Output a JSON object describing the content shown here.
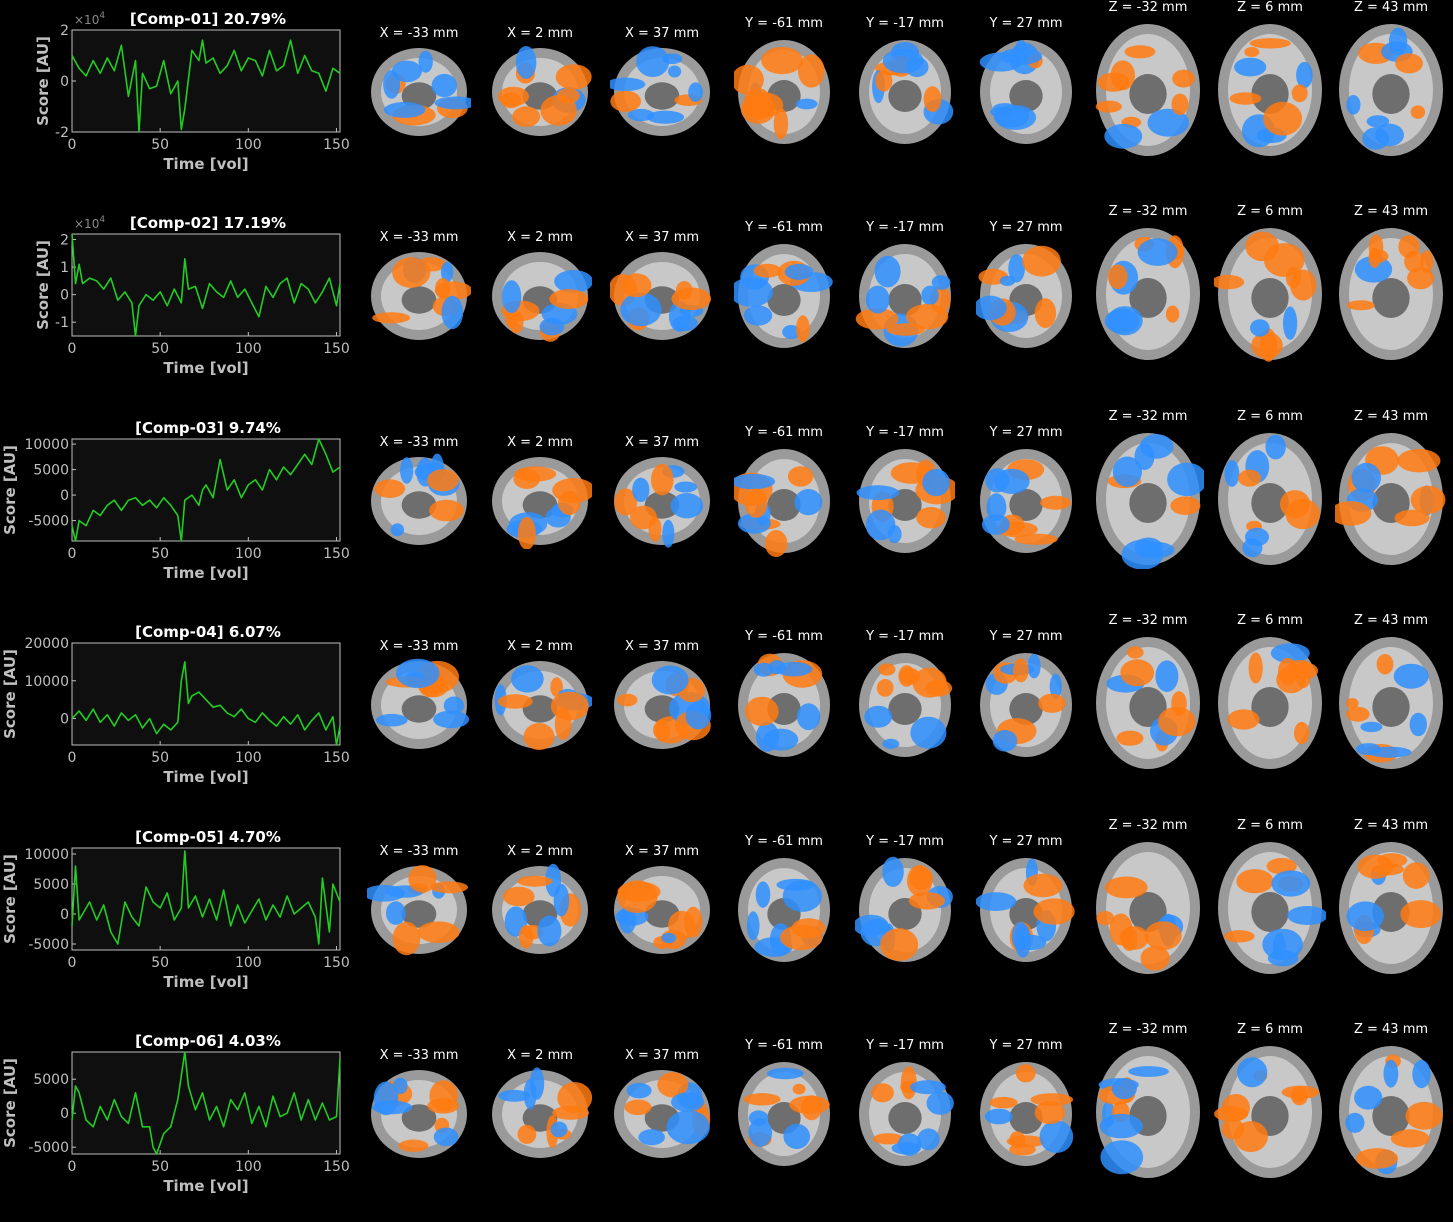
{
  "common": {
    "xlabel": "Time [vol]",
    "ylabel": "Score [AU]",
    "x_ticks": [
      "0",
      "50",
      "100",
      "150"
    ],
    "exponent_label": "×10",
    "exponent_power": "4",
    "slice_labels": [
      "X = -33 mm",
      "X = 2 mm",
      "X = 37 mm",
      "Y = -61 mm",
      "Y = -17 mm",
      "Y = 27 mm",
      "Z = -32 mm",
      "Z = 6 mm",
      "Z = 43 mm"
    ]
  },
  "colors": {
    "trace": "#22cc22",
    "axes_bg": "#0f0f0f",
    "axis": "#bfbfbf",
    "positive": "#ff7a10",
    "negative": "#2f8fff"
  },
  "chart_data": [
    {
      "type": "line",
      "title": "[Comp-01] 20.79%",
      "xlabel": "Time [vol]",
      "ylabel": "Score [AU]",
      "xlim": [
        0,
        152
      ],
      "ylim": [
        -2,
        2
      ],
      "y_ticks": [
        "2",
        "0",
        "-2"
      ],
      "y_tick_values": [
        2,
        0,
        -2
      ],
      "exponent": "×10^4",
      "x": [
        0,
        4,
        8,
        12,
        16,
        20,
        24,
        28,
        32,
        36,
        38,
        40,
        44,
        48,
        52,
        56,
        60,
        62,
        64,
        68,
        72,
        74,
        76,
        80,
        84,
        88,
        92,
        96,
        100,
        104,
        108,
        112,
        116,
        120,
        124,
        128,
        132,
        136,
        140,
        144,
        148,
        152
      ],
      "values": [
        1.0,
        0.5,
        0.2,
        0.8,
        0.3,
        0.9,
        0.4,
        1.4,
        -0.6,
        0.8,
        -2.0,
        0.3,
        -0.3,
        -0.2,
        0.8,
        -0.5,
        0.0,
        -1.9,
        -1.1,
        1.2,
        0.8,
        1.6,
        0.7,
        0.9,
        0.3,
        0.6,
        1.2,
        0.4,
        0.9,
        0.8,
        0.2,
        1.2,
        0.4,
        0.6,
        1.6,
        0.3,
        1.0,
        0.4,
        0.3,
        -0.4,
        0.5,
        0.3
      ]
    },
    {
      "type": "line",
      "title": "[Comp-02] 17.19%",
      "xlabel": "Time [vol]",
      "ylabel": "Score [AU]",
      "xlim": [
        0,
        152
      ],
      "ylim": [
        -1.5,
        2.2
      ],
      "y_ticks": [
        "2",
        "1",
        "0",
        "-1"
      ],
      "y_tick_values": [
        2,
        1,
        0,
        -1
      ],
      "exponent": "×10^4",
      "x": [
        0,
        2,
        4,
        6,
        10,
        14,
        18,
        22,
        26,
        30,
        34,
        36,
        38,
        42,
        46,
        50,
        54,
        58,
        62,
        64,
        66,
        70,
        74,
        78,
        82,
        86,
        90,
        94,
        98,
        102,
        106,
        110,
        114,
        118,
        122,
        126,
        130,
        134,
        138,
        142,
        146,
        150,
        152
      ],
      "values": [
        2.2,
        0.4,
        1.1,
        0.4,
        0.6,
        0.5,
        0.2,
        0.6,
        -0.2,
        0.1,
        -0.3,
        -1.5,
        -0.4,
        0.0,
        -0.2,
        0.1,
        -0.4,
        0.2,
        -0.3,
        1.3,
        0.2,
        0.3,
        -0.5,
        0.4,
        0.1,
        -0.1,
        0.5,
        -0.1,
        0.2,
        -0.3,
        -0.8,
        0.3,
        -0.1,
        0.4,
        0.6,
        -0.3,
        0.4,
        0.2,
        -0.3,
        0.1,
        0.6,
        -0.4,
        0.4
      ]
    },
    {
      "type": "line",
      "title": "[Comp-03] 9.74%",
      "xlabel": "Time [vol]",
      "ylabel": "Score [AU]",
      "xlim": [
        0,
        152
      ],
      "ylim": [
        -9000,
        11000
      ],
      "y_ticks": [
        "10000",
        "5000",
        "0",
        "-5000"
      ],
      "y_tick_values": [
        10000,
        5000,
        0,
        -5000
      ],
      "x": [
        0,
        2,
        4,
        8,
        12,
        16,
        20,
        24,
        28,
        32,
        36,
        40,
        44,
        48,
        52,
        56,
        60,
        62,
        64,
        68,
        72,
        74,
        76,
        80,
        84,
        88,
        92,
        96,
        100,
        104,
        108,
        112,
        116,
        120,
        124,
        128,
        132,
        136,
        140,
        144,
        148,
        152
      ],
      "values": [
        -6000,
        -9000,
        -5000,
        -6000,
        -3000,
        -4000,
        -2000,
        -1000,
        -3000,
        -1000,
        -500,
        -2000,
        -1000,
        -2500,
        -500,
        -2000,
        -4000,
        -9000,
        -1000,
        0,
        -2000,
        1000,
        2000,
        -500,
        7000,
        1000,
        3000,
        -500,
        2000,
        3000,
        1000,
        5000,
        3000,
        5500,
        4000,
        6000,
        8000,
        6000,
        11000,
        8000,
        4500,
        5500
      ]
    },
    {
      "type": "line",
      "title": "[Comp-04] 6.07%",
      "xlabel": "Time [vol]",
      "ylabel": "Score [AU]",
      "xlim": [
        0,
        152
      ],
      "ylim": [
        -7000,
        20000
      ],
      "y_ticks": [
        "20000",
        "10000",
        "0"
      ],
      "y_tick_values": [
        20000,
        10000,
        0
      ],
      "x": [
        0,
        4,
        8,
        12,
        16,
        20,
        24,
        28,
        32,
        36,
        40,
        44,
        48,
        52,
        56,
        60,
        62,
        64,
        66,
        68,
        72,
        76,
        80,
        84,
        88,
        92,
        96,
        100,
        104,
        108,
        112,
        116,
        120,
        124,
        128,
        132,
        136,
        140,
        144,
        148,
        150,
        152
      ],
      "values": [
        0,
        2000,
        -500,
        2500,
        -1000,
        1000,
        -2000,
        1500,
        -500,
        1000,
        -2500,
        0,
        -4000,
        -1500,
        -3000,
        -1000,
        10000,
        15000,
        4000,
        6000,
        7000,
        5000,
        3000,
        3500,
        1500,
        500,
        2500,
        0,
        -1000,
        1500,
        -500,
        -2000,
        500,
        -1500,
        1000,
        -3000,
        -500,
        1500,
        -3000,
        500,
        -7000,
        -2000
      ]
    },
    {
      "type": "line",
      "title": "[Comp-05] 4.70%",
      "xlabel": "Time [vol]",
      "ylabel": "Score [AU]",
      "xlim": [
        0,
        152
      ],
      "ylim": [
        -6000,
        11000
      ],
      "y_ticks": [
        "10000",
        "5000",
        "0",
        "-5000"
      ],
      "y_tick_values": [
        10000,
        5000,
        0,
        -5000
      ],
      "x": [
        0,
        2,
        4,
        6,
        10,
        14,
        18,
        22,
        26,
        30,
        34,
        38,
        42,
        46,
        50,
        54,
        58,
        62,
        64,
        66,
        70,
        74,
        78,
        82,
        86,
        90,
        94,
        98,
        102,
        106,
        110,
        114,
        118,
        122,
        126,
        130,
        134,
        138,
        140,
        142,
        146,
        148,
        152
      ],
      "values": [
        -2000,
        8000,
        -1000,
        0,
        2000,
        -1000,
        1500,
        -3000,
        -5000,
        2000,
        -500,
        -2000,
        4500,
        2000,
        1000,
        3500,
        -1000,
        1000,
        10500,
        1000,
        3000,
        -500,
        2500,
        -1000,
        4000,
        -2000,
        1500,
        -1500,
        500,
        2500,
        -1000,
        1500,
        -500,
        3000,
        0,
        1000,
        2000,
        -500,
        -5000,
        6000,
        -3000,
        5000,
        2000
      ]
    },
    {
      "type": "line",
      "title": "[Comp-06] 4.03%",
      "xlabel": "Time [vol]",
      "ylabel": "Score [AU]",
      "xlim": [
        0,
        152
      ],
      "ylim": [
        -6000,
        9000
      ],
      "y_ticks": [
        "5000",
        "0",
        "-5000"
      ],
      "y_tick_values": [
        5000,
        0,
        -5000
      ],
      "x": [
        0,
        2,
        4,
        8,
        12,
        16,
        20,
        24,
        28,
        32,
        36,
        40,
        44,
        46,
        48,
        52,
        56,
        60,
        64,
        66,
        70,
        74,
        78,
        82,
        86,
        90,
        94,
        98,
        102,
        106,
        110,
        114,
        118,
        122,
        126,
        130,
        134,
        138,
        142,
        146,
        150,
        152
      ],
      "values": [
        -1000,
        4000,
        3000,
        -1000,
        -2000,
        1000,
        -1000,
        2000,
        -500,
        -1500,
        3000,
        -2000,
        -2000,
        -5000,
        -6000,
        -3000,
        -2000,
        2000,
        9000,
        4000,
        500,
        3000,
        -1000,
        1000,
        -2000,
        2000,
        500,
        3000,
        -1500,
        1000,
        -2000,
        2500,
        -500,
        0,
        3000,
        -1000,
        2000,
        -1000,
        1500,
        -1000,
        -500,
        8000
      ]
    }
  ]
}
